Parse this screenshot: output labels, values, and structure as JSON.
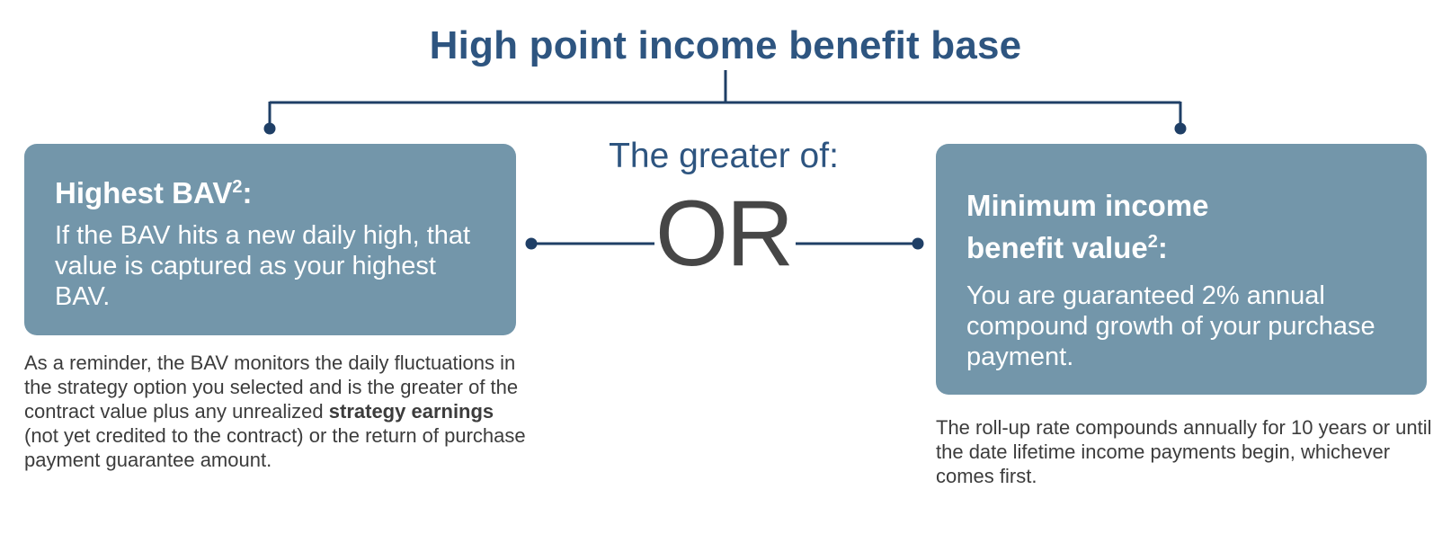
{
  "title": "High point income benefit base",
  "center": {
    "greater_label": "The greater of:",
    "or_label": "OR"
  },
  "left_box": {
    "heading": "Highest BAV",
    "heading_sup": "2",
    "heading_suffix": ":",
    "text": "If the BAV hits a new daily high, that value is captured as your highest BAV."
  },
  "left_note": {
    "before": "As a reminder, the BAV monitors the daily fluctuations in the strategy option you selected and is the greater of the contract value plus any unrealized ",
    "bold": "strategy earnings",
    "after": " (not yet credited to the contract) or the return of purchase payment guarantee amount."
  },
  "right_box": {
    "heading_line1": "Minimum income",
    "heading_line2": "benefit value",
    "heading_sup": "2",
    "heading_suffix": ":",
    "text": "You are guaranteed 2% annual compound growth of your purchase payment."
  },
  "right_note": {
    "text": "The roll-up rate compounds annually for 10 years or until the date lifetime income payments begin, whichever comes first."
  },
  "colors": {
    "title": "#2e5580",
    "connector": "#1f3f66",
    "box_fill": "#7396aa",
    "or_text": "#464646",
    "note_text": "#3c3c3c"
  }
}
